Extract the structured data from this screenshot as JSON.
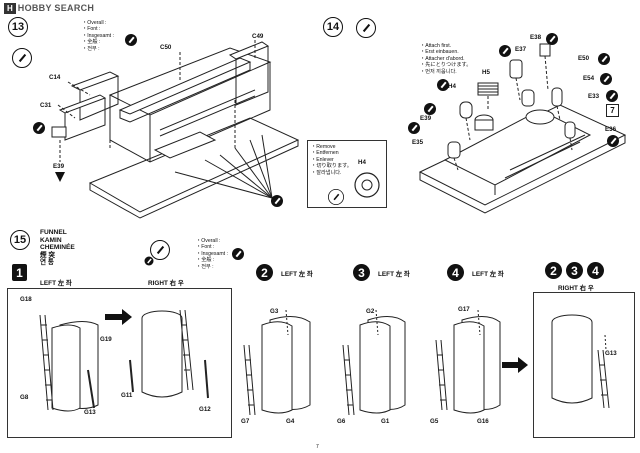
{
  "watermark": {
    "box": "H",
    "text": "HOBBY SEARCH"
  },
  "steps": {
    "s13": "13",
    "s14": "14",
    "s15": "15"
  },
  "lang_list": "・Overall :\n・Font :\n・Insgesamt :\n・全般 :\n・전부 :",
  "parts13": {
    "c50": "C50",
    "c49": "C49",
    "c14": "C14",
    "c31": "C31",
    "e39": "E39"
  },
  "attach_note": "・Attach first.\n・Erst einbauen.\n・Attacher d'abord.\n・先にとりつけます。\n・먼저 끼웁니다.",
  "remove_note": "・Remove\n・Entfernen\n・Enlever\n・切り取ります。\n・잘라냅니다.",
  "parts14": {
    "h4": "H4",
    "h5": "H5",
    "e37": "E37",
    "e38": "E38",
    "e50": "E50",
    "e54": "E54",
    "e33": "E33",
    "e39": "E39",
    "e35": "E35",
    "e36": "E36",
    "h4b": "H4",
    "n7": "7"
  },
  "funnel_title": "FUNNEL\nKAMIN\nCHEMINÉE\n煙 突\n연 통",
  "lang_list2": "・Overall :\n・Font :\n・Insgesamt :\n・全般 :\n・전부 :",
  "sub": {
    "n1": "1",
    "left1": "LEFT 左 좌",
    "right1": "RIGHT 右 우",
    "n2": "2",
    "left2": "LEFT 左 좌",
    "n3": "3",
    "left3": "LEFT 左 좌",
    "n4": "4",
    "left4": "LEFT 左 좌",
    "n234a": "2",
    "n234b": "3",
    "n234c": "4",
    "right234": "RIGHT 右 우"
  },
  "parts15": {
    "g18": "G18",
    "g19": "G19",
    "g8a": "G8",
    "g13a": "G13",
    "g11": "G11",
    "g12": "G12",
    "g3": "G3",
    "g7": "G7",
    "g4": "G4",
    "g2": "G2",
    "g6": "G6",
    "g1": "G1",
    "g17": "G17",
    "g5": "G5",
    "g16": "G16",
    "g13b": "G13"
  },
  "page_number": "7"
}
